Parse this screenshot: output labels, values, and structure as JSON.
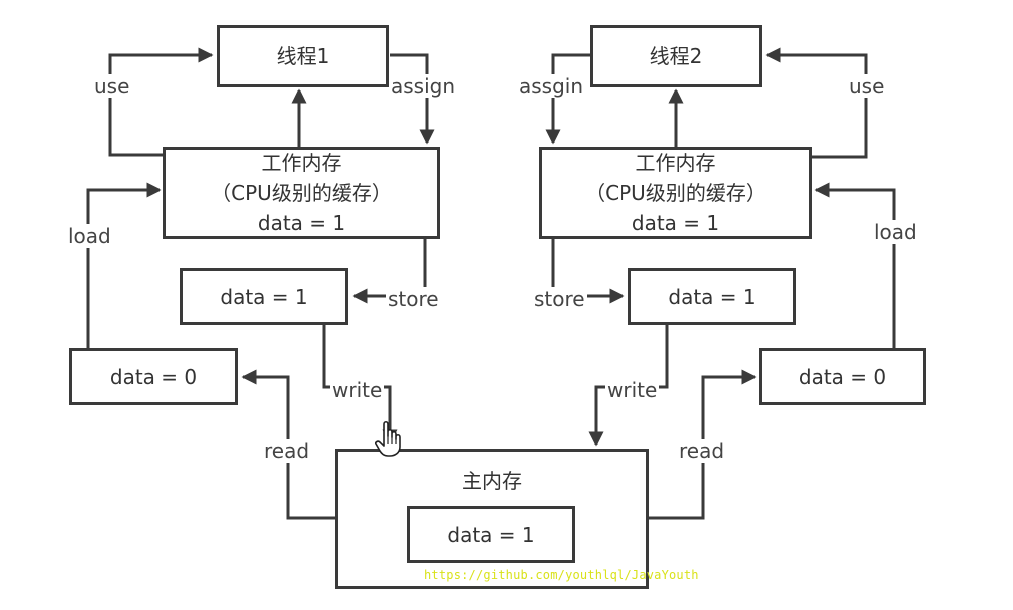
{
  "thread1": {
    "title": "线程1",
    "work_memory": {
      "title": "工作内存",
      "subtitle": "（CPU级别的缓存）",
      "value": "data = 1"
    },
    "store_box": "data = 1",
    "load_box": "data = 0"
  },
  "thread2": {
    "title": "线程2",
    "work_memory": {
      "title": "工作内存",
      "subtitle": "（CPU级别的缓存）",
      "value": "data = 1"
    },
    "store_box": "data = 1",
    "load_box": "data = 0"
  },
  "main_memory": {
    "title": "主内存",
    "value": "data = 1"
  },
  "labels": {
    "use_left": "use",
    "assign_left": "assign",
    "load_left": "load",
    "store_left": "store",
    "write_left": "write",
    "read_left": "read",
    "assgin_right": "assgin",
    "use_right": "use",
    "load_right": "load",
    "store_right": "store",
    "write_right": "write",
    "read_right": "read"
  },
  "watermark": "https://github.com/youthlql/JavaYouth",
  "icons": {
    "cursor": "hand-pointer-icon"
  },
  "colors": {
    "line": "#3a3a3a",
    "watermark": "#d9e21a"
  }
}
